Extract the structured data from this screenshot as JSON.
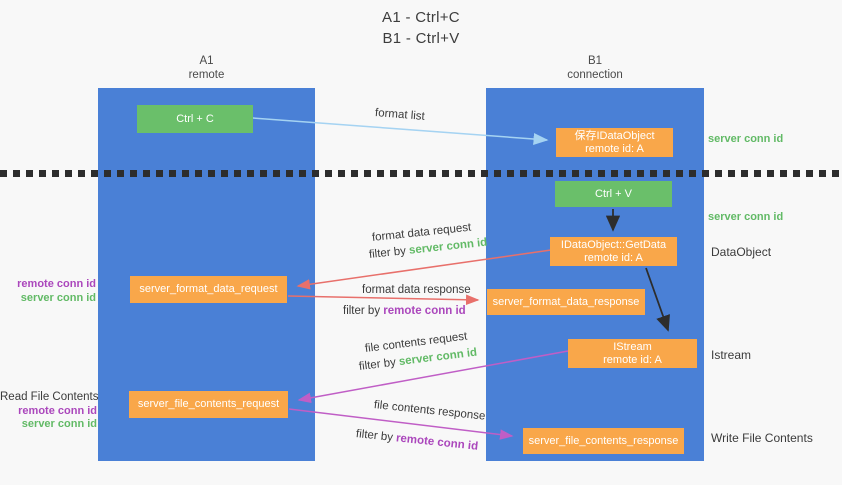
{
  "title": {
    "line1": "A1 - Ctrl+C",
    "line2": "B1 - Ctrl+V"
  },
  "lanes": {
    "a": {
      "title": "A1",
      "subtitle": "remote"
    },
    "b": {
      "title": "B1",
      "subtitle": "connection"
    }
  },
  "nodes": {
    "ctrl_c": {
      "label": "Ctrl + C"
    },
    "save_idataobject": {
      "line1": "保存IDataObject",
      "line2": "remote id: A"
    },
    "ctrl_v": {
      "label": "Ctrl + V"
    },
    "getdata": {
      "line1": "IDataObject::GetData",
      "line2": "remote id: A"
    },
    "format_request": {
      "label": "server_format_data_request"
    },
    "format_response": {
      "label": "server_format_data_response"
    },
    "istream": {
      "line1": "IStream",
      "line2": "remote id: A"
    },
    "file_request": {
      "label": "server_file_contents_request"
    },
    "file_response": {
      "label": "server_file_contents_response"
    }
  },
  "labels": {
    "format_list": "format list",
    "format_data_request": "format data request",
    "format_data_response": "format data response",
    "file_contents_request": "file contents request",
    "file_contents_response": "file contents response",
    "filter_by": "filter by ",
    "server_conn_id": "server conn id",
    "remote_conn_id": "remote conn id",
    "read_file_contents": "Read File Contents",
    "write_file_contents": "Write File Contents",
    "dataobject": "DataObject",
    "istream": "Istream"
  },
  "colors": {
    "background": "#f8f8f8",
    "lane_blue": "#4a80d6",
    "node_green": "#6abf6a",
    "node_orange": "#f9a74a",
    "arrow_blue": "#a5d3f2",
    "arrow_red": "#e8706b",
    "arrow_purple": "#c05ec6",
    "arrow_black": "#2d2d2d",
    "text_green": "#62ba66",
    "text_purple": "#ab47bc",
    "text_dark": "#3b3b3b"
  }
}
